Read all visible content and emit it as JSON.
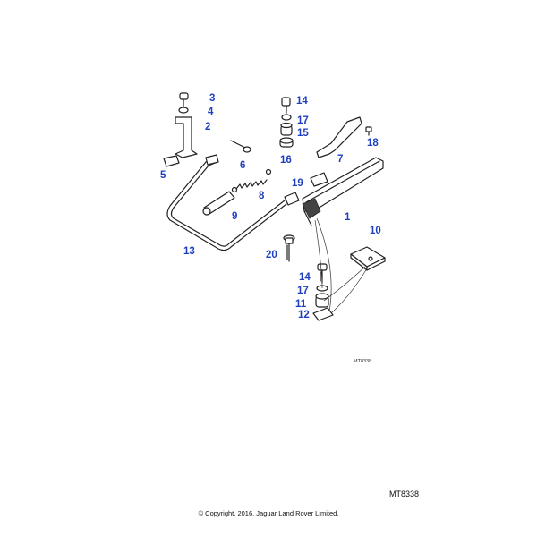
{
  "diagram": {
    "callouts": {
      "c1": "1",
      "c2": "2",
      "c3": "3",
      "c4": "4",
      "c5": "5",
      "c6": "6",
      "c7": "7",
      "c8": "8",
      "c9": "9",
      "c10": "10",
      "c11": "11",
      "c12": "12",
      "c13": "13",
      "c14a": "14",
      "c14b": "14",
      "c15": "15",
      "c16": "16",
      "c17a": "17",
      "c17b": "17",
      "c18": "18",
      "c19": "19",
      "c20": "20"
    },
    "inner_code": "MT8338"
  },
  "footer": {
    "code": "MT8338",
    "copyright": "© Copyright, 2016. Jaguar Land Rover Limited."
  },
  "colors": {
    "callout": "#1f3fbf",
    "line": "#222222"
  }
}
